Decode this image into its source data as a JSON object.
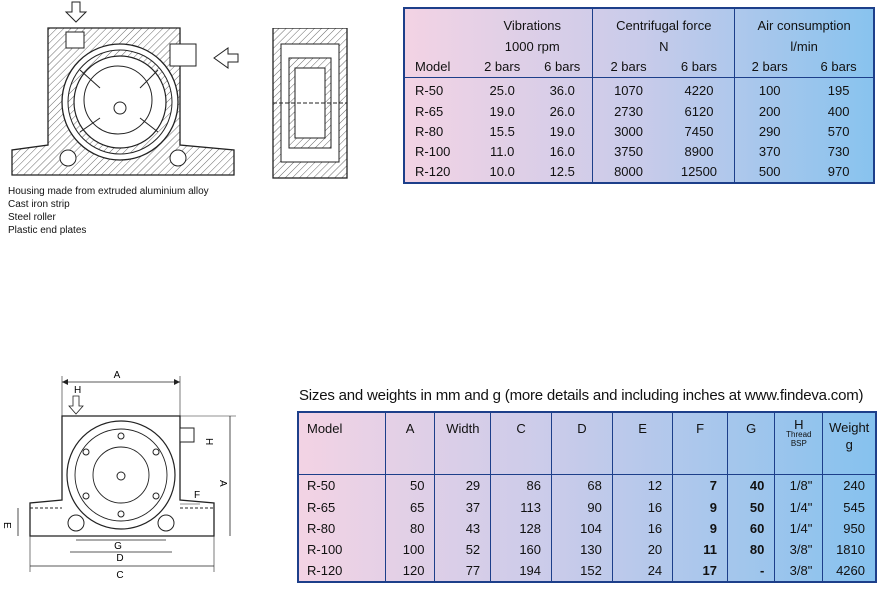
{
  "captions": [
    "Housing made from extruded aluminium alloy",
    "Cast iron strip",
    "Steel roller",
    "Plastic end plates"
  ],
  "perf_table": {
    "model_header": "Model",
    "groups": [
      {
        "title": "Vibrations",
        "unit": "1000 rpm"
      },
      {
        "title": "Centrifugal force",
        "unit": "N"
      },
      {
        "title": "Air consumption",
        "unit": "l/min"
      }
    ],
    "sub_headers": [
      "2 bars",
      "6 bars",
      "2 bars",
      "6 bars",
      "2 bars",
      "6 bars"
    ],
    "rows": [
      [
        "R-50",
        "25.0",
        "36.0",
        "1070",
        "4220",
        "100",
        "195"
      ],
      [
        "R-65",
        "19.0",
        "26.0",
        "2730",
        "6120",
        "200",
        "400"
      ],
      [
        "R-80",
        "15.5",
        "19.0",
        "3000",
        "7450",
        "290",
        "570"
      ],
      [
        "R-100",
        "11.0",
        "16.0",
        "3750",
        "8900",
        "370",
        "730"
      ],
      [
        "R-120",
        "10.0",
        "12.5",
        "8000",
        "12500",
        "500",
        "970"
      ]
    ]
  },
  "size_table": {
    "title": "Sizes and weights in mm and g (more details and including inches at www.findeva.com)",
    "headers": [
      "Model",
      "A",
      "Width",
      "C",
      "D",
      "E",
      "F",
      "G"
    ],
    "h_header": {
      "title": "H",
      "sub1": "Thread",
      "sub2": "BSP"
    },
    "weight_header": {
      "title": "Weight",
      "unit": "g"
    },
    "rows": [
      [
        "R-50",
        "50",
        "29",
        "86",
        "68",
        "12",
        "7",
        "40",
        "1/8\"",
        "240"
      ],
      [
        "R-65",
        "65",
        "37",
        "113",
        "90",
        "16",
        "9",
        "50",
        "1/4\"",
        "545"
      ],
      [
        "R-80",
        "80",
        "43",
        "128",
        "104",
        "16",
        "9",
        "60",
        "1/4\"",
        "950"
      ],
      [
        "R-100",
        "100",
        "52",
        "160",
        "130",
        "20",
        "11",
        "80",
        "3/8\"",
        "1810"
      ],
      [
        "R-120",
        "120",
        "77",
        "194",
        "152",
        "24",
        "17",
        "-",
        "3/8\"",
        "4260"
      ]
    ]
  },
  "dimension_labels": {
    "A_top": "A",
    "H_left": "H",
    "H_right": "H",
    "A_right": "A",
    "E": "E",
    "F": "F",
    "G": "G",
    "D": "D",
    "C": "C"
  },
  "colors": {
    "table_border": "#1d3f8a",
    "gradient_left": "#f3d3e4",
    "gradient_right": "#88c3ee"
  }
}
